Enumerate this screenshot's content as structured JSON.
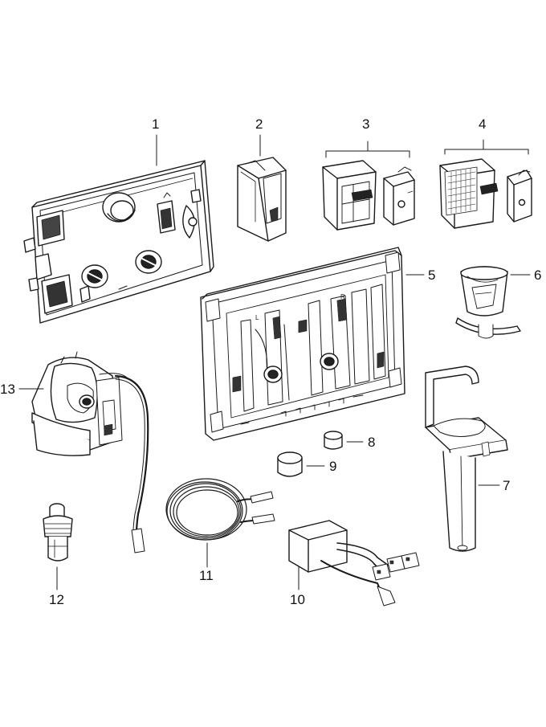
{
  "diagram": {
    "labels": {
      "p1": "1",
      "p2": "2",
      "p3": "3",
      "p4": "4",
      "p5": "5",
      "p6": "6",
      "p7": "7",
      "p8": "8",
      "p9": "9",
      "p10": "10",
      "p11": "11",
      "p12": "12",
      "p13": "13"
    },
    "frame_marks": {
      "left": "L",
      "right": "R"
    }
  }
}
